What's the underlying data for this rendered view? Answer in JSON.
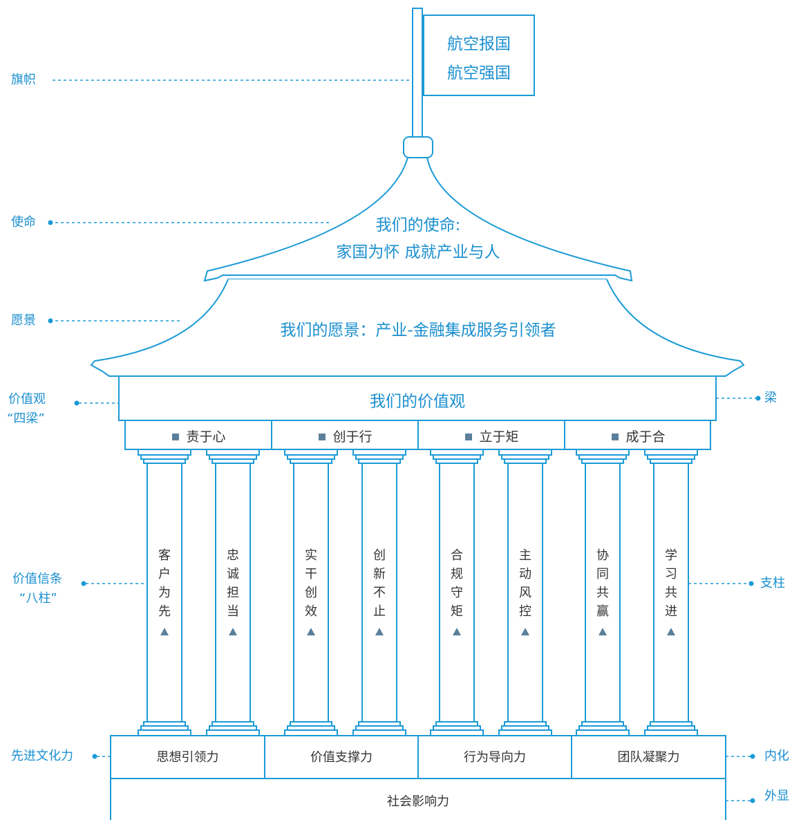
{
  "flag": {
    "line1": "航空报国",
    "line2": "航空强国"
  },
  "mission": {
    "line1": "我们的使命:",
    "line2": "家国为怀 成就产业与人"
  },
  "vision": {
    "text": "我们的愿景：产业-金融集成服务引领者"
  },
  "values": {
    "title": "我们的价值观"
  },
  "beams": [
    "责于心",
    "创于行",
    "立于矩",
    "成于合"
  ],
  "pillars": [
    [
      "客",
      "户",
      "为",
      "先"
    ],
    [
      "忠",
      "诚",
      "担",
      "当"
    ],
    [
      "实",
      "干",
      "创",
      "效"
    ],
    [
      "创",
      "新",
      "不",
      "止"
    ],
    [
      "合",
      "规",
      "守",
      "矩"
    ],
    [
      "主",
      "动",
      "风",
      "控"
    ],
    [
      "协",
      "同",
      "共",
      "赢"
    ],
    [
      "学",
      "习",
      "共",
      "进"
    ]
  ],
  "base": [
    "思想引领力",
    "价值支撑力",
    "行为导向力",
    "团队凝聚力"
  ],
  "bottom": "社会影响力",
  "left_labels": {
    "flag": "旗帜",
    "mission": "使命",
    "vision": "愿景",
    "values_1": "价值观",
    "values_2": "“四梁”",
    "creed_1": "价值信条",
    "creed_2": "“八柱”",
    "culture": "先进文化力"
  },
  "right_labels": {
    "beam": "梁",
    "pillar": "支柱",
    "internal": "内化",
    "external": "外显"
  },
  "colors": {
    "line": "#1a9ad6",
    "text": "#333333",
    "accent": "#1a8fcf",
    "marker": "#5b7f9a"
  }
}
